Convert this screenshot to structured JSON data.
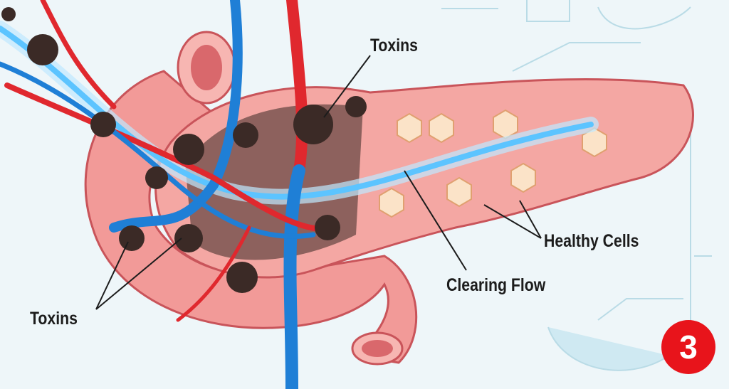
{
  "labels": {
    "toxins_top": "Toxins",
    "toxins_bottom": "Toxins",
    "healthy_cells": "Healthy Cells",
    "clearing_flow": "Clearing Flow"
  },
  "badge": {
    "number": "3",
    "color": "#e8141b"
  },
  "colors": {
    "pancreas": "#f4a7a3",
    "artery": "#e0282e",
    "vein": "#1f7fd6",
    "toxin": "#3b2a26",
    "flow": "#7fd3ff"
  }
}
